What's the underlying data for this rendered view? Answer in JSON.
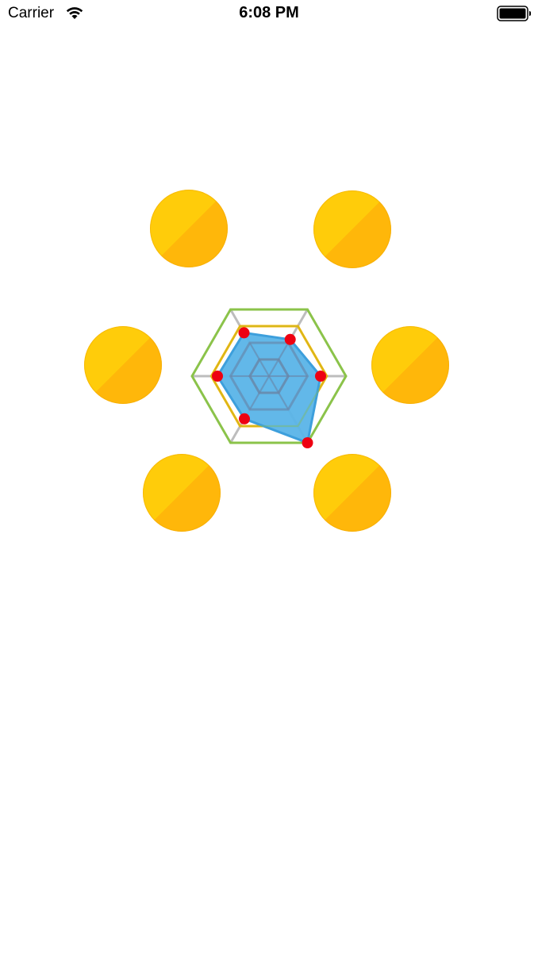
{
  "status_bar": {
    "carrier": "Carrier",
    "time": "6:08 PM",
    "wifi_icon": "wifi-icon",
    "battery_icon": "battery-icon"
  },
  "coins": [
    {
      "name": "coin-top-left",
      "icon": "coin-icon"
    },
    {
      "name": "coin-top-right",
      "icon": "coin-icon"
    },
    {
      "name": "coin-mid-left",
      "icon": "coin-icon"
    },
    {
      "name": "coin-mid-right",
      "icon": "coin-icon"
    },
    {
      "name": "coin-bottom-left",
      "icon": "coin-icon"
    },
    {
      "name": "coin-bottom-right",
      "icon": "coin-icon"
    }
  ],
  "colors": {
    "coin_light": "#ffcc0a",
    "coin_dark": "#ffb70a",
    "radar_fill": "#5ab4e8",
    "radar_stroke": "#3d9fdc",
    "vertex": "#ee0011",
    "outer_ring": "#8bc34a",
    "mid_ring": "#ffb300",
    "spokes": "#bdbdbd",
    "inner_ring": "#6a86a6"
  },
  "radar": {
    "axes": 6,
    "rings": {
      "outer": 1.0,
      "mid": 0.75,
      "inner": 0.25
    },
    "values": [
      0.67,
      0.55,
      0.65,
      0.67,
      0.64,
      1.0
    ]
  }
}
